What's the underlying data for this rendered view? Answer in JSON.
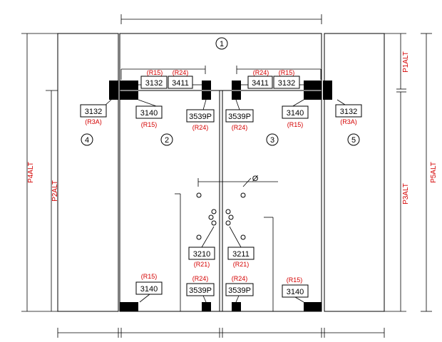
{
  "panels": {
    "p1": "1",
    "p2": "2",
    "p3": "3",
    "p4": "4",
    "p5": "5"
  },
  "side_labels": {
    "left_outer": "P4ALT",
    "left_inner": "P2ALT",
    "right_top": "P1ALT",
    "right_mid": "P3ALT",
    "right_outer": "P5ALT"
  },
  "diameter_symbol": "Ø",
  "parts": {
    "top_l_3132": "3132",
    "top_l_3132_ref": "(R15)",
    "top_l_3411": "3411",
    "top_l_3411_ref": "(R24)",
    "top_r_3411": "3411",
    "top_r_3411_ref": "(R24)",
    "top_r_3132": "3132",
    "top_r_3132_ref": "(R15)",
    "left_3132": "3132",
    "left_3132_ref": "(R3A)",
    "l_3140": "3140",
    "l_3140_ref": "(R15)",
    "l_3539p": "3539P",
    "l_3539p_ref": "(R24)",
    "r_3539p": "3539P",
    "r_3539p_ref": "(R24)",
    "r_3140": "3140",
    "r_3140_ref": "(R15)",
    "right_3132": "3132",
    "right_3132_ref": "(R3A)",
    "h_3210": "3210",
    "h_3210_ref": "(R21)",
    "h_3211": "3211",
    "h_3211_ref": "(R21)",
    "bl_3140": "3140",
    "bl_3140_ref": "(R15)",
    "bl_3539p": "3539P",
    "bl_3539p_ref": "(R24)",
    "br_3539p": "3539P",
    "br_3539p_ref": "(R24)",
    "br_3140": "3140",
    "br_3140_ref": "(R15)"
  }
}
